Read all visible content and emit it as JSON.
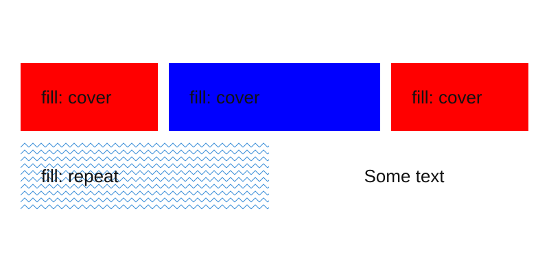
{
  "tiles": [
    {
      "label": "fill: cover",
      "color": "#ff0000"
    },
    {
      "label": "fill: cover",
      "color": "#0000ff"
    },
    {
      "label": "fill: cover",
      "color": "#ff0000"
    },
    {
      "label": "fill: repeat",
      "pattern": "zigzag",
      "pattern_color": "#3b8fd9"
    }
  ],
  "side_text": "Some text"
}
